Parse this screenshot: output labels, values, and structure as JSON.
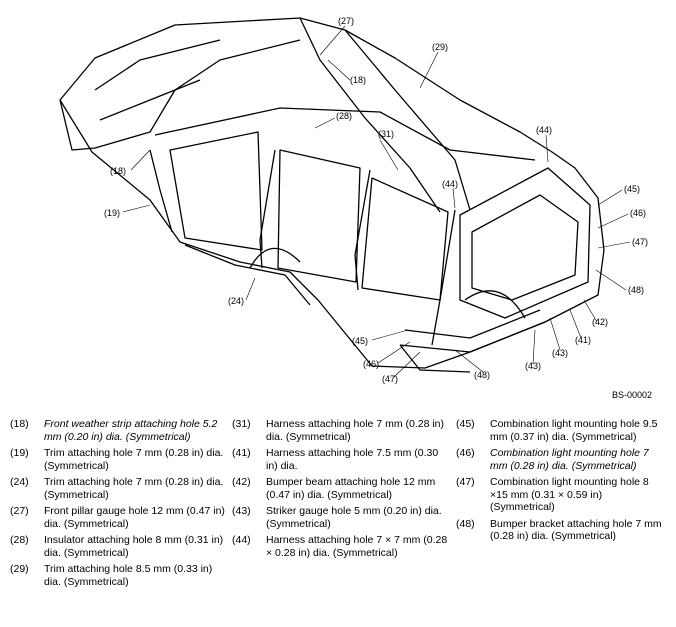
{
  "figure_id": "BS-00002",
  "callouts": [
    {
      "id": "c27",
      "label": "(27)"
    },
    {
      "id": "c29",
      "label": "(29)"
    },
    {
      "id": "c18a",
      "label": "(18)"
    },
    {
      "id": "c28",
      "label": "(28)"
    },
    {
      "id": "c31",
      "label": "(31)"
    },
    {
      "id": "c44a",
      "label": "(44)"
    },
    {
      "id": "c44b",
      "label": "(44)"
    },
    {
      "id": "c45a",
      "label": "(45)"
    },
    {
      "id": "c46a",
      "label": "(46)"
    },
    {
      "id": "c47a",
      "label": "(47)"
    },
    {
      "id": "c48a",
      "label": "(48)"
    },
    {
      "id": "c42",
      "label": "(42)"
    },
    {
      "id": "c41",
      "label": "(41)"
    },
    {
      "id": "c43a",
      "label": "(43)"
    },
    {
      "id": "c43b",
      "label": "(43)"
    },
    {
      "id": "c48b",
      "label": "(48)"
    },
    {
      "id": "c47b",
      "label": "(47)"
    },
    {
      "id": "c46b",
      "label": "(46)"
    },
    {
      "id": "c45b",
      "label": "(45)"
    },
    {
      "id": "c24",
      "label": "(24)"
    },
    {
      "id": "c19",
      "label": "(19)"
    },
    {
      "id": "c18b",
      "label": "(18)"
    }
  ],
  "legend": [
    [
      {
        "num": "(18)",
        "text": "Front weather strip attaching hole 5.2 mm (0.20 in) dia. (Symmetrical)",
        "italic": true
      },
      {
        "num": "(19)",
        "text": "Trim attaching hole 7 mm (0.28 in) dia. (Symmetrical)",
        "italic": false
      },
      {
        "num": "(24)",
        "text": "Trim attaching hole 7 mm (0.28 in) dia. (Symmetrical)",
        "italic": false
      },
      {
        "num": "(27)",
        "text": "Front pillar gauge hole 12 mm (0.47 in) dia. (Symmetrical)",
        "italic": false
      },
      {
        "num": "(28)",
        "text": "Insulator attaching hole 8 mm (0.31 in) dia. (Symmetrical)",
        "italic": false
      },
      {
        "num": "(29)",
        "text": "Trim attaching hole 8.5 mm (0.33 in) dia. (Symmetrical)",
        "italic": false
      }
    ],
    [
      {
        "num": "(31)",
        "text": "Harness attaching hole 7 mm (0.28 in) dia. (Symmetrical)",
        "italic": false
      },
      {
        "num": "(41)",
        "text": "Harness attaching hole 7.5 mm (0.30 in) dia.",
        "italic": false
      },
      {
        "num": "(42)",
        "text": "Bumper beam attaching hole 12 mm (0.47 in) dia. (Symmetrical)",
        "italic": false
      },
      {
        "num": "(43)",
        "text": "Striker gauge hole 5 mm (0.20 in) dia. (Symmetrical)",
        "italic": false
      },
      {
        "num": "(44)",
        "text": "Harness attaching hole 7 × 7 mm (0.28 × 0.28 in) dia. (Symmetrical)",
        "italic": false
      }
    ],
    [
      {
        "num": "(45)",
        "text": "Combination light mounting hole 9.5 mm (0.37 in) dia. (Symmetrical)",
        "italic": false
      },
      {
        "num": "(46)",
        "text": "Combination light mounting hole 7 mm (0.28 in) dia. (Symmetrical)",
        "italic": true
      },
      {
        "num": "(47)",
        "text": "Combination light mounting hole 8 ×15 mm (0.31 × 0.59 in) (Symmetrical)",
        "italic": false
      },
      {
        "num": "(48)",
        "text": "Bumper bracket attaching hole 7 mm (0.28 in) dia. (Symmetrical)",
        "italic": false
      }
    ]
  ]
}
